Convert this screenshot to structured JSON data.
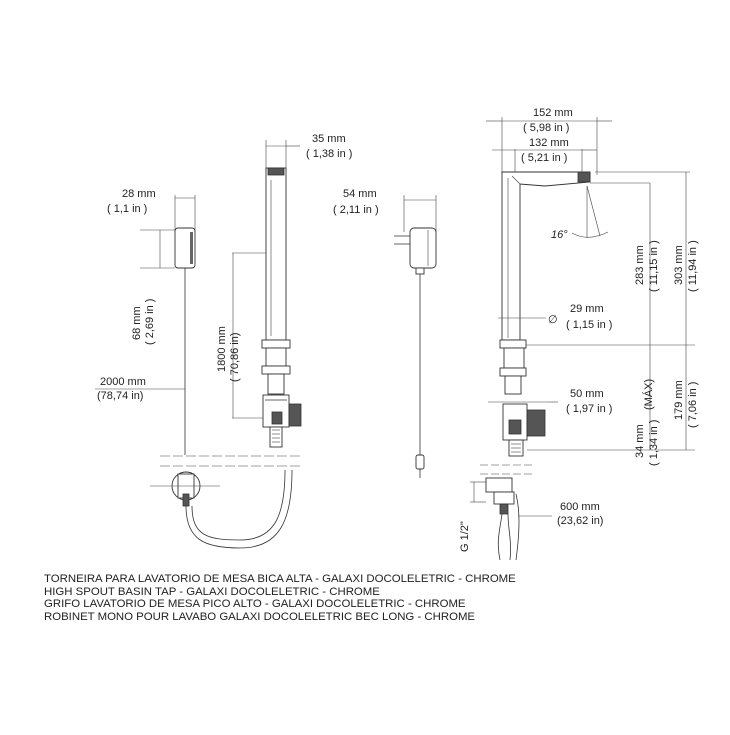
{
  "dimensions": {
    "sensor_width": {
      "mm": "28 mm",
      "in": "( 1,1 in )"
    },
    "sensor_height": {
      "mm": "68 mm",
      "in": "( 2,69 in )"
    },
    "cable_sensor": {
      "mm": "2000 mm",
      "in": "(78,74 in)"
    },
    "tube_width": {
      "mm": "35 mm",
      "in": "( 1,38 in )"
    },
    "tube_length": {
      "mm": "1800 mm",
      "in": "( 70,86 in)"
    },
    "adapter_width": {
      "mm": "54 mm",
      "in": "( 2,11 in )"
    },
    "spout_reach": {
      "mm": "152 mm",
      "in": "( 5,98 in )"
    },
    "spout_inner": {
      "mm": "132 mm",
      "in": "( 5,21 in )"
    },
    "spout_angle": {
      "value": "16°"
    },
    "height_283": {
      "mm": "283 mm",
      "in": "( 11,15 in )"
    },
    "height_303": {
      "mm": "303 mm",
      "in": "( 11,94 in )"
    },
    "base_diameter": {
      "mm": "29 mm",
      "in": "( 1,15 in )"
    },
    "valve_width": {
      "mm": "50 mm",
      "in": "( 1,97 in )"
    },
    "max_deck": {
      "mm": "34 mm",
      "in": "( 1,34 in )",
      "note": "(MÁX)"
    },
    "valve_height": {
      "mm": "179 mm",
      "in": "( 7,06 in )"
    },
    "hose_length": {
      "mm": "600 mm",
      "in": "(23,62 in)"
    },
    "thread": {
      "label": "G 1/2\""
    },
    "diameter_symbol": "∅"
  },
  "caption": {
    "line_pt": "TORNEIRA PARA LAVATORIO DE MESA BICA ALTA - GALAXI DOCOLELETRIC - CHROME",
    "line_en": "HIGH SPOUT BASIN TAP - GALAXI DOCOLELETRIC - CHROME",
    "line_es": "GRIFO LAVATORIO DE MESA PICO ALTO - GALAXI DOCOLELETRIC - CHROME",
    "line_fr": "ROBINET MONO POUR LAVABO GALAXI DOCOLELETRIC BEC LONG - CHROME"
  }
}
